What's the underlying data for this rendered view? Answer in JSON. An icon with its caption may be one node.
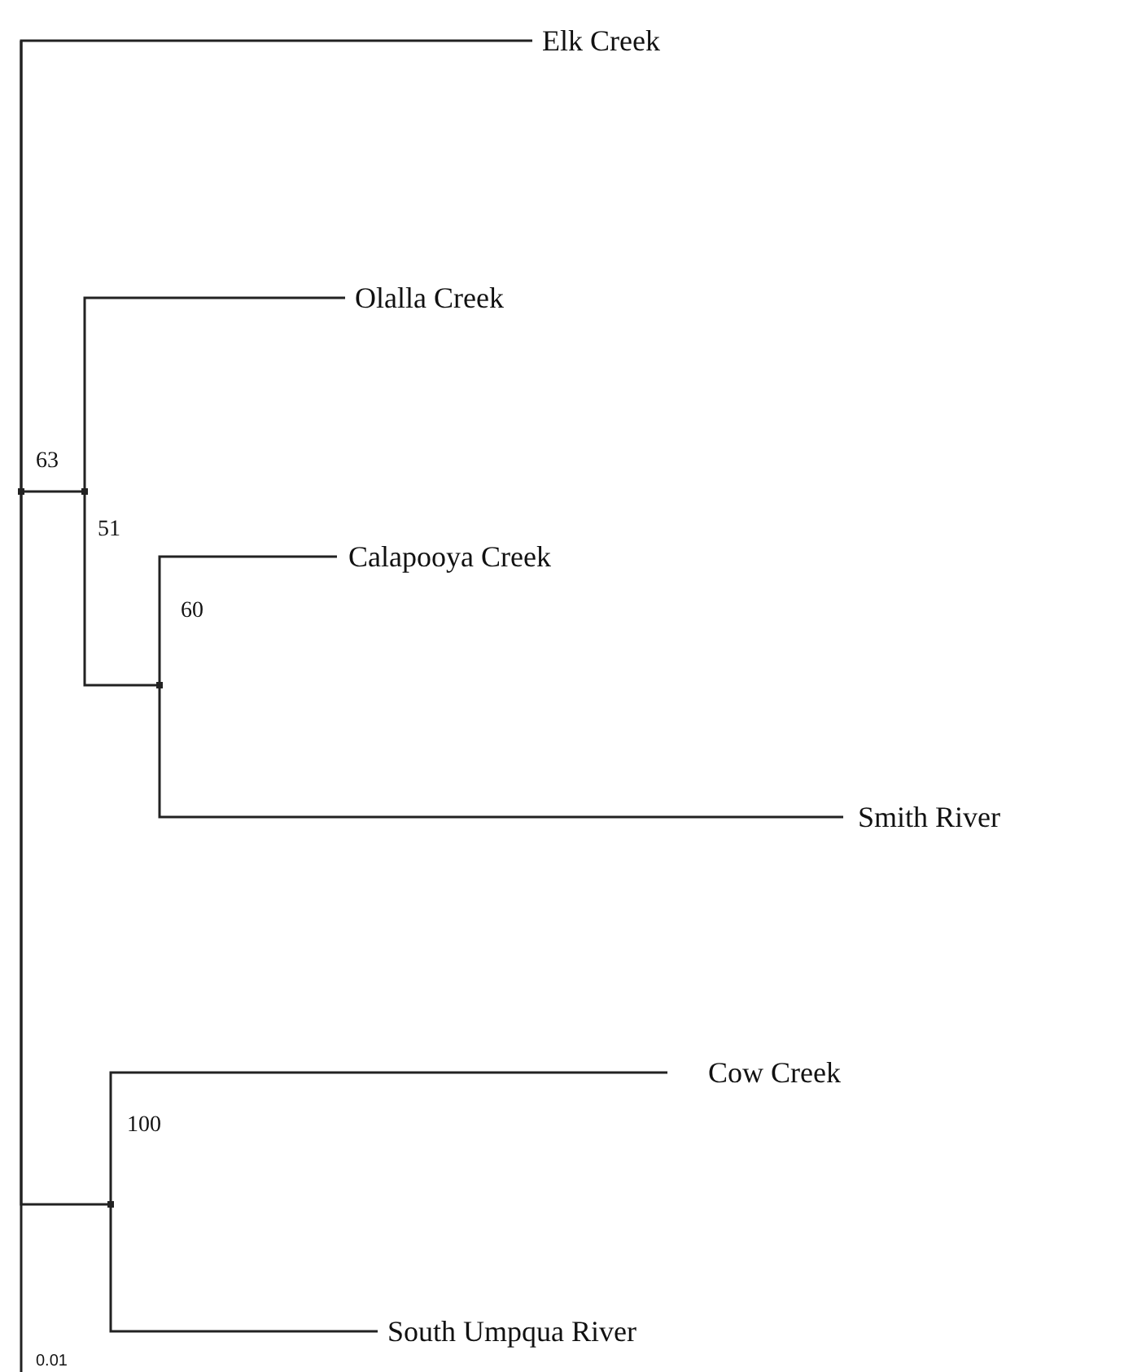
{
  "diagram": {
    "nodes": [
      {
        "text": [],
        "shape": "dot",
        "beside": [
          "63"
        ]
      },
      {
        "text": [
          "Elk Creek"
        ]
      },
      {
        "text": [],
        "shape": "dot",
        "beside": [
          "51"
        ]
      },
      {
        "text": [
          "Olalla Creek"
        ]
      },
      {
        "text": [],
        "shape": "dot",
        "beside": [
          "60"
        ]
      },
      {
        "text": [
          "Calapooya Creek"
        ]
      },
      {
        "text": [
          "Smith River"
        ]
      },
      {
        "text": [],
        "shape": "dot",
        "beside": [
          "100"
        ]
      },
      {
        "text": [
          "Cow Creek"
        ]
      },
      {
        "text": [
          "South Umpqua River"
        ]
      }
    ],
    "edges": [
      {
        "from": 0,
        "to": 1,
        "arrow": "none"
      },
      {
        "from": 0,
        "to": 2,
        "arrow": "none"
      },
      {
        "from": 2,
        "to": 3,
        "arrow": "none"
      },
      {
        "from": 2,
        "to": 4,
        "arrow": "none"
      },
      {
        "from": 4,
        "to": 5,
        "arrow": "none"
      },
      {
        "from": 4,
        "to": 6,
        "arrow": "none"
      },
      {
        "from": 0,
        "to": 7,
        "arrow": "none"
      },
      {
        "from": 7,
        "to": 8,
        "arrow": "none"
      },
      {
        "from": 7,
        "to": 9,
        "arrow": "none"
      }
    ],
    "labels": [
      "0.01"
    ]
  }
}
